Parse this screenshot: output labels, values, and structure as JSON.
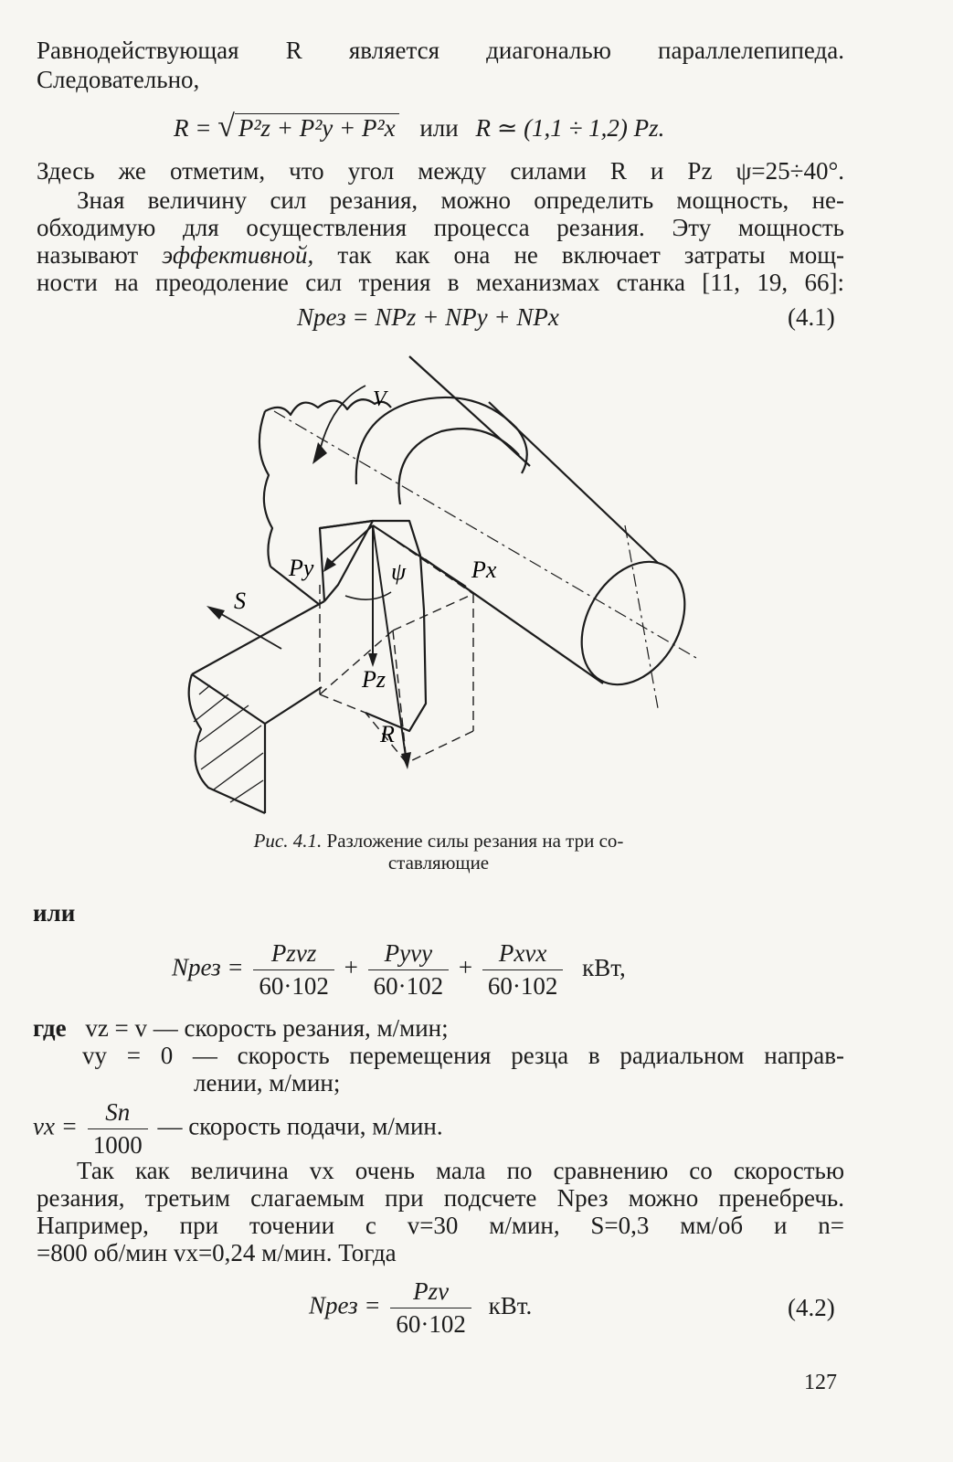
{
  "p1_line1": "Равнодействующая R является диагональю параллелепипеда.",
  "p1_line2": "Следовательно,",
  "formula_r_lhs": "R = ",
  "formula_r_rad": "P²z + P²y + P²x",
  "formula_r_or": "или",
  "formula_r_rhs": "R ≃ (1,1 ÷ 1,2) Pz.",
  "p2": "Здесь же отметим, что угол между силами R и Pz ψ=25÷40°.",
  "p3_line1": "Зная величину сил резания, можно определить мощность, не-",
  "p3_line2": "обходимую для осуществления процесса резания. Эту мощность",
  "p3_line3_a": "называют",
  "p3_line3_em": "эффективной,",
  "p3_line3_b": "так как она не включает затраты мощ-",
  "p3_line4": "ности на преодоление сил трения в механизмах станка [11, 19, 66]:",
  "eq41": "Nрез = NPz + NPy + NPx",
  "eq41_num": "(4.1)",
  "figure": {
    "label_v": "V",
    "label_py": "Py",
    "label_psi": "ψ",
    "label_px": "Px",
    "label_s": "S",
    "label_pz": "Pz",
    "label_r": "R"
  },
  "caption_label": "Рис. 4.1.",
  "caption_text_1": "Разложение силы резания на три со-",
  "caption_text_2": "ставляющие",
  "or_word": "или",
  "eq_n_lhs": "Nрез =",
  "eq_n_f1_num": "Pzvz",
  "eq_n_f2_num": "Pyvy",
  "eq_n_f3_num": "Pxvx",
  "eq_n_den": "60·102",
  "eq_n_plus": "+",
  "eq_n_unit": "кВт,",
  "where_word": "где",
  "def1": "vz = v — скорость резания, м/мин;",
  "def2_a": "vy = 0 — скорость перемещения резца в радиальном направ-",
  "def2_b": "лении, м/мин;",
  "def3_lhs": "vx =",
  "def3_num": "Sn",
  "def3_den": "1000",
  "def3_rhs": "— скорость подачи, м/мин.",
  "p4_line1": "Так как величина vx очень мала по сравнению со скоростью",
  "p4_line2": "резания, третьим слагаемым при подсчете Nрез можно пренебречь.",
  "p4_line3": "Например, при точении с v=30 м/мин, S=0,3 мм/об и n=",
  "p4_line4": "=800 об/мин vx=0,24 м/мин. Тогда",
  "eq42_lhs": "Nрез =",
  "eq42_num": "Pzv",
  "eq42_den": "60·102",
  "eq42_unit": "кВт.",
  "eq42_num_label": "(4.2)",
  "page_number": "127"
}
